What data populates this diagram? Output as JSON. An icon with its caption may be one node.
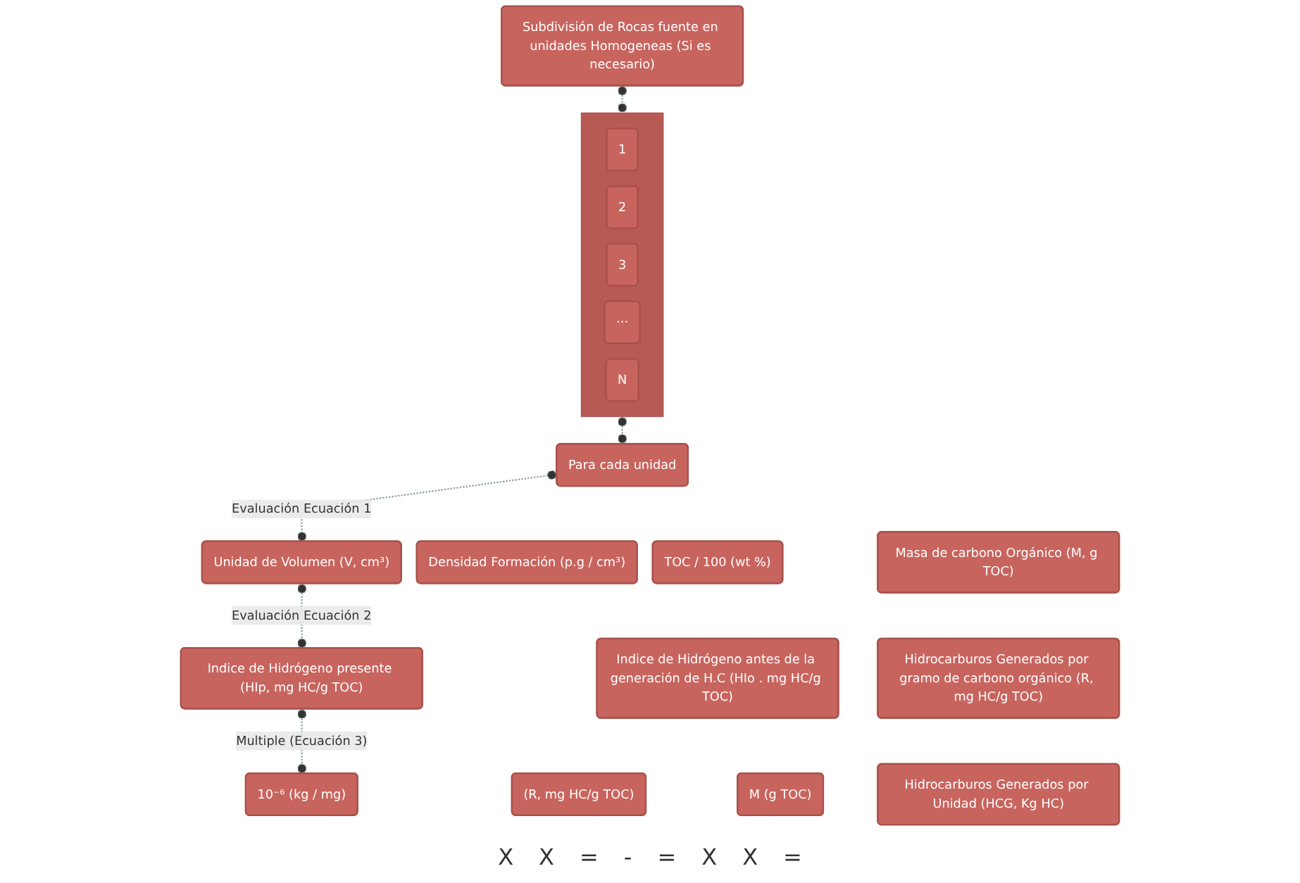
{
  "diagram": {
    "nodes": [
      {
        "text": [
          "Subdivisión de Rocas fuente en unidades Homogeneas (Si es necesario)"
        ]
      },
      {
        "text": [],
        "shape": "bar"
      },
      {
        "text": [
          "1"
        ],
        "in": 1
      },
      {
        "text": [
          "2"
        ],
        "in": 1
      },
      {
        "text": [
          "3"
        ],
        "in": 1
      },
      {
        "text": [
          "···"
        ],
        "in": 1
      },
      {
        "text": [
          "N"
        ],
        "in": 1
      },
      {
        "text": [
          "Para cada unidad"
        ]
      },
      {
        "text": [
          "TOC / 100 (wt %)"
        ]
      },
      {
        "text": [
          "Densidad Formación (p.g / cm³)"
        ]
      },
      {
        "text": [
          "Unidad de Volumen (V, cm³)"
        ]
      },
      {
        "text": [
          "Masa de carbono Orgánico (M, g TOC)"
        ]
      },
      {
        "text": [
          "Indice de Hidrógeno antes de la generación de H.C (HIo . mg HC/g TOC)"
        ]
      },
      {
        "text": [
          "Indice de Hidrógeno presente (HIp, mg HC/g TOC)"
        ]
      },
      {
        "text": [
          "Hidrocarburos Generados por gramo de carbono orgánico (R, mg HC/g TOC)"
        ]
      },
      {
        "text": [
          "(R, mg HC/g TOC)"
        ]
      },
      {
        "text": [
          "M (g TOC)"
        ]
      },
      {
        "text": [
          "10⁻⁶ (kg / mg)"
        ]
      },
      {
        "text": [
          "Hidrocarburos Generados por Unidad (HCG, Kg HC)"
        ]
      }
    ],
    "edges": [
      {
        "from": 0,
        "to": 1,
        "arrow": "other",
        "style": "dashed"
      },
      {
        "from": 1,
        "to": 7,
        "arrow": "other",
        "style": "dashed"
      },
      {
        "from": 7,
        "to": 10,
        "arrow": "other",
        "style": "dashed",
        "label": "Evaluación Ecuación 1"
      },
      {
        "from": 10,
        "to": 13,
        "arrow": "other",
        "style": "dashed",
        "label": "Evaluación Ecuación 2"
      },
      {
        "from": 13,
        "to": 17,
        "arrow": "other",
        "style": "dashed",
        "label": "Multiple (Ecuación 3)"
      }
    ],
    "labels": [
      "X",
      "X",
      "=",
      "-",
      "=",
      "X",
      "X",
      "="
    ]
  }
}
